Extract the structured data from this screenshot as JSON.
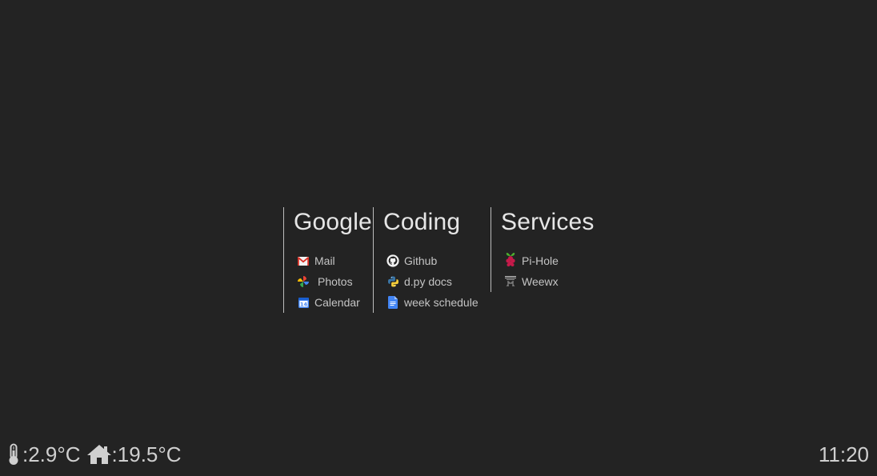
{
  "groups": [
    {
      "title": "Google",
      "links": [
        {
          "label": "Mail",
          "icon": "gmail-icon"
        },
        {
          "label": "Photos",
          "icon": "google-photos-icon"
        },
        {
          "label": "Calendar",
          "icon": "google-calendar-icon"
        }
      ]
    },
    {
      "title": "Coding",
      "links": [
        {
          "label": "Github",
          "icon": "github-icon"
        },
        {
          "label": "d.py docs",
          "icon": "python-icon"
        },
        {
          "label": "week schedule",
          "icon": "google-docs-icon"
        }
      ]
    },
    {
      "title": "Services",
      "links": [
        {
          "label": "Pi-Hole",
          "icon": "raspberry-pi-icon"
        },
        {
          "label": "Weewx",
          "icon": "weather-station-icon"
        }
      ]
    }
  ],
  "calendar_icon_day": "14",
  "footer": {
    "outdoor_temp": ":2.9°C",
    "indoor_temp": ":19.5°C",
    "time": "11:20"
  },
  "colors": {
    "background": "#232323",
    "text": "#d6d6d6",
    "divider": "#bdbdbd"
  }
}
